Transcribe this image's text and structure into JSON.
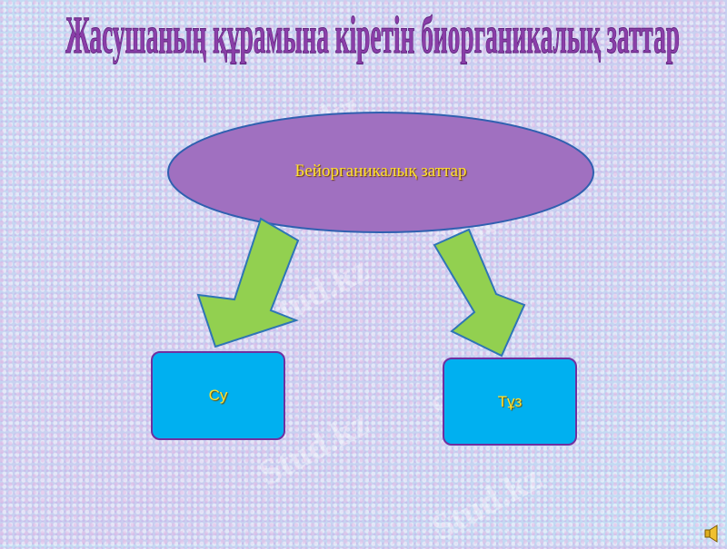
{
  "slide": {
    "title": "Жасушаның құрамына кіретін биорганикалық заттар",
    "ellipse_label": "Бейорганикалық заттар",
    "boxes": [
      {
        "label": "Су"
      },
      {
        "label": "Тұз"
      }
    ],
    "watermark": "Stud.kz",
    "colors": {
      "title": "#8a3ea8",
      "ellipse": "#a070c0",
      "arrow": "#92d050",
      "box": "#00b0f0",
      "box_border": "#7030a0",
      "label": "#ffe030"
    },
    "sound_icon": "speaker-icon"
  }
}
